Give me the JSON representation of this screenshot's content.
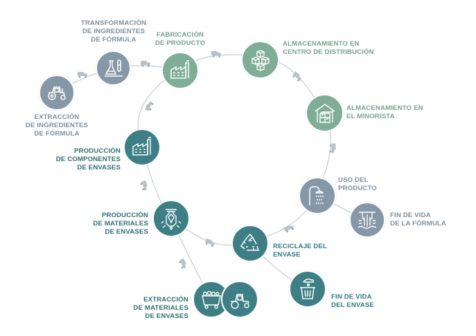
{
  "colors": {
    "slate": "#8698a7",
    "sage": "#7fad97",
    "teal": "#3d7f84",
    "line": "#c8cfd4"
  },
  "nodes": {
    "extraccion_ingredientes": {
      "icon": "tractor-icon",
      "label": [
        "EXTRACCIÓN",
        "DE INGREDIENTES",
        "DE FÓRMULA"
      ]
    },
    "transformacion": {
      "icon": "lab-flask-icon",
      "label": [
        "TRANSFORMACIÓN",
        "DE INGREDIENTES",
        "DE FÓRMULA"
      ]
    },
    "fabricacion": {
      "icon": "factory-icon",
      "label": [
        "FABRICACIÓN",
        "DE PRODUCTO"
      ]
    },
    "almacenamiento_cd": {
      "icon": "boxes-icon",
      "label": [
        "ALMACENAMIENTO EN",
        "CENTRO DE DISTRIBUCIÓN"
      ]
    },
    "almacenamiento_minorista": {
      "icon": "warehouse-icon",
      "label": [
        "ALMACENAMIENTO EN",
        "EL MINORISTA"
      ]
    },
    "uso": {
      "icon": "shower-icon",
      "label": [
        "USO DEL",
        "PRODUCTO"
      ]
    },
    "fin_formula": {
      "icon": "water-treatment-icon",
      "label": [
        "FIN DE VIDA",
        "DE LA FÓRMULA"
      ]
    },
    "reciclaje": {
      "icon": "recycle-icon",
      "label": [
        "RECICLAJE DEL",
        "ENVASE"
      ]
    },
    "fin_envase": {
      "icon": "trash-bin-icon",
      "label": [
        "FIN DE VIDA",
        "DEL ENVASE"
      ]
    },
    "extraccion_materiales": {
      "icon": "mine-cart-tractor-icon",
      "label": [
        "EXTRACCIÓN",
        "DE MATERIALES",
        "DE ENVASES"
      ]
    },
    "produccion_materiales": {
      "icon": "polymer-processing-icon",
      "label": [
        "PRODUCCIÓN",
        "DE MATERIALES",
        "DE ENVASES"
      ]
    },
    "produccion_componentes": {
      "icon": "factory-icon",
      "label": [
        "PRODUCCIÓN",
        "DE COMPONENTES",
        "DE ENVASES"
      ]
    }
  },
  "transport_icon": "truck-icon"
}
